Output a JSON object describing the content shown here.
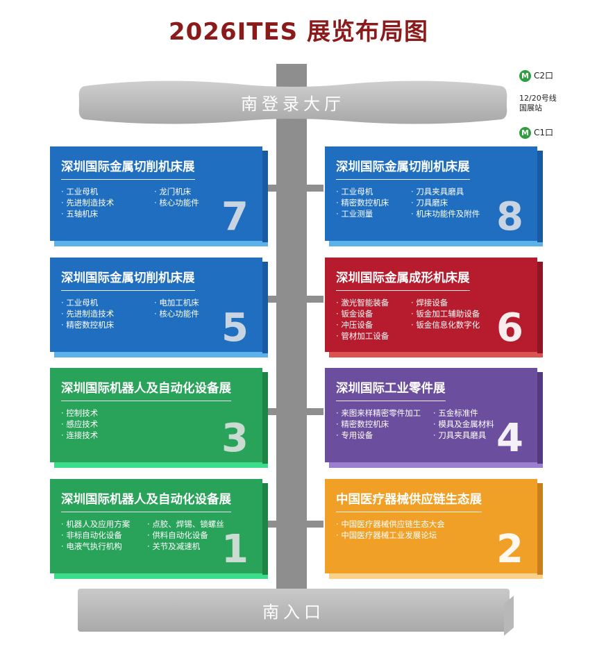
{
  "title": "2026ITES 展览布局图",
  "lobby": {
    "label": "南登录大厅"
  },
  "entrance": {
    "label": "南入口"
  },
  "metro": {
    "exit_top": "C2口",
    "station_line1": "12/20号线",
    "station_line2": "国展站",
    "exit_bottom": "C1口",
    "icon_color": "#2e9e3e"
  },
  "halls": {
    "h7": {
      "name": "深圳国际金属切削机床展",
      "number": "7",
      "items": [
        "工业母机",
        "龙门机床",
        "先进制造技术",
        "核心功能件",
        "五轴机床"
      ],
      "color": "#1f6ec0"
    },
    "h8": {
      "name": "深圳国际金属切削机床展",
      "number": "8",
      "items": [
        "工业母机",
        "刀具夹具磨具",
        "精密数控机床",
        "刀具磨床",
        "工业测量",
        "机床功能件及附件"
      ],
      "color": "#1f6ec0"
    },
    "h5": {
      "name": "深圳国际金属切削机床展",
      "number": "5",
      "items": [
        "工业母机",
        "电加工机床",
        "先进制造技术",
        "核心功能件",
        "精密数控机床"
      ],
      "color": "#1f6ec0"
    },
    "h6": {
      "name": "深圳国际金属成形机床展",
      "number": "6",
      "items": [
        "激光智能装备",
        "焊接设备",
        "钣金设备",
        "钣金加工辅助设备",
        "冲压设备",
        "钣金信息化数字化",
        "管材加工设备"
      ],
      "color": "#b71c2e"
    },
    "h3": {
      "name": "深圳国际机器人及自动化设备展",
      "number": "3",
      "items": [
        "控制技术",
        "感应技术",
        "连接技术"
      ],
      "color": "#2aa35a"
    },
    "h4": {
      "name": "深圳国际工业零件展",
      "number": "4",
      "items": [
        "来图来样精密零件加工",
        "五金标准件",
        "精密数控机床",
        "模具及金属材料",
        "专用设备",
        "刀具夹具磨具"
      ],
      "color": "#6b4f9e"
    },
    "h1": {
      "name": "深圳国际机器人及自动化设备展",
      "number": "1",
      "items": [
        "机器人及应用方案",
        "点胶、焊锡、锁螺丝",
        "非标自动化设备",
        "供料自动化设备",
        "电液气执行机构",
        "关节及减速机"
      ],
      "color": "#2aa35a"
    },
    "h2": {
      "name": "中国医疗器械供应链生态展",
      "number": "2",
      "items": [
        "中国医疗器械供应链生态大会",
        "中国医疗器械工业发展论坛"
      ],
      "color": "#f0a026"
    }
  }
}
